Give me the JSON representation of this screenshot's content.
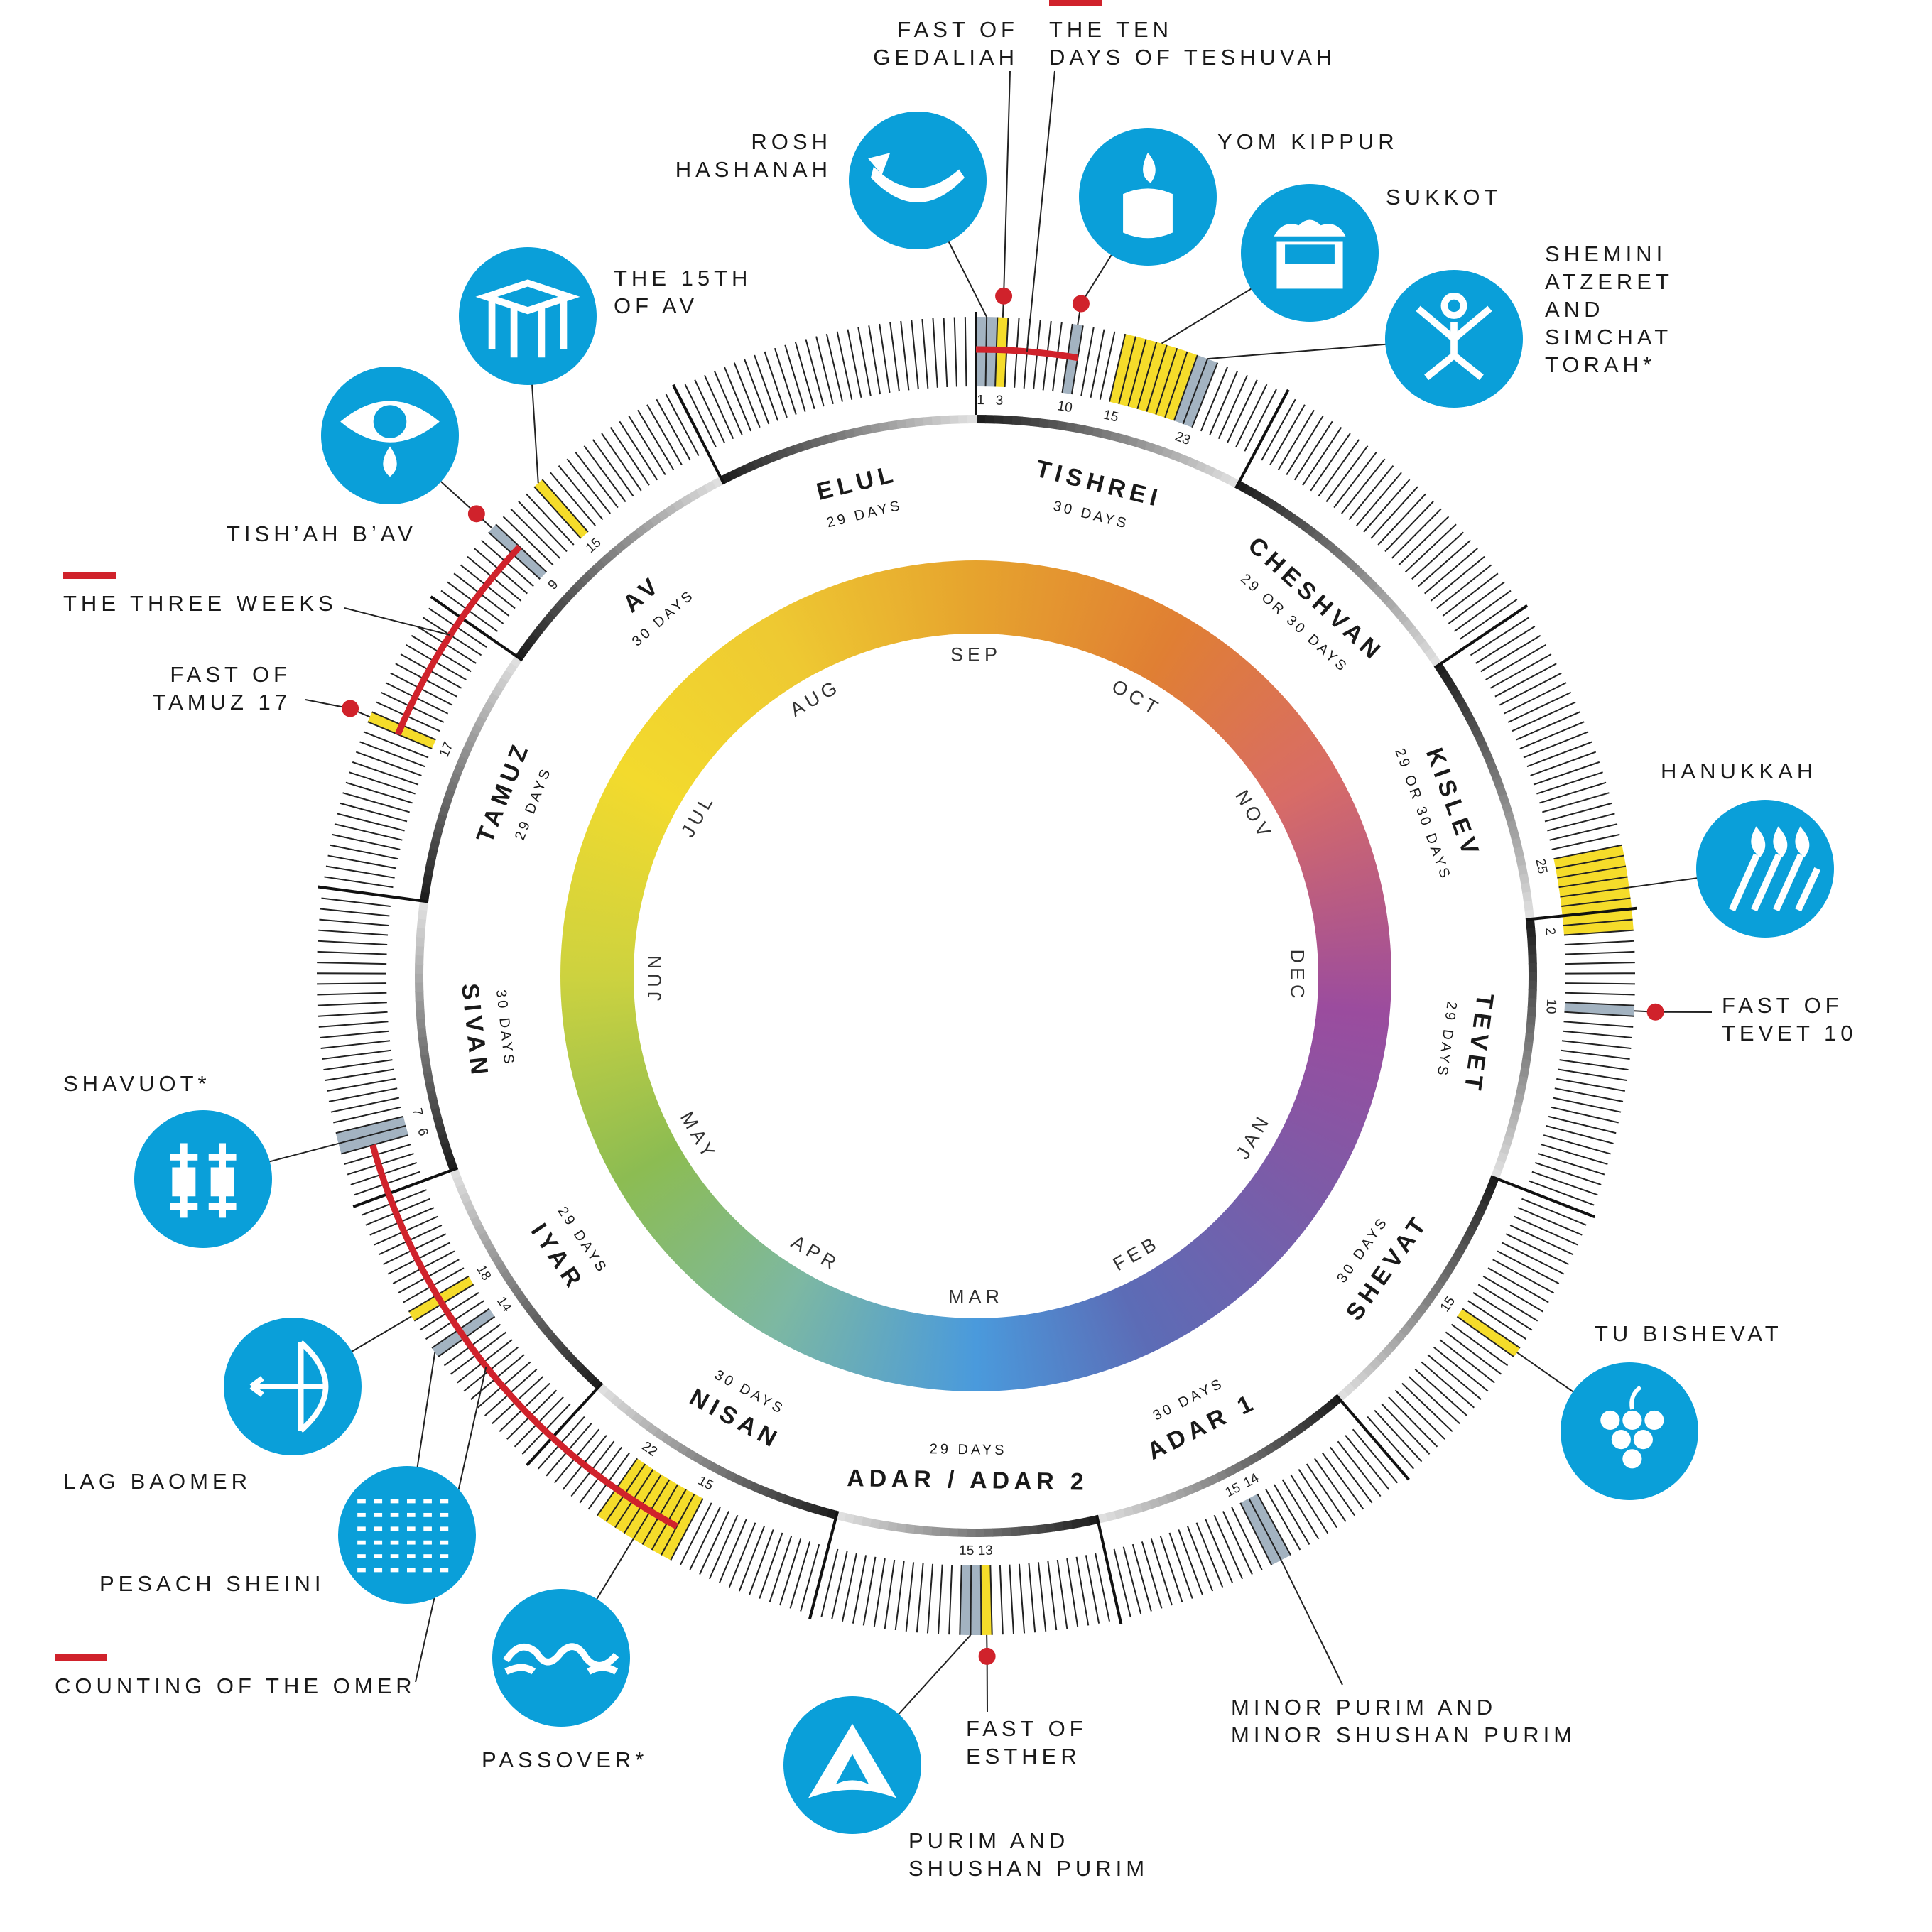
{
  "colors": {
    "yellow": "#f5dc2a",
    "gray": "#a3b3c1",
    "red": "#d0222b",
    "icon_blue": "#0a9fd9"
  },
  "gregorian_months": [
    "SEP",
    "OCT",
    "NOV",
    "DEC",
    "JAN",
    "FEB",
    "MAR",
    "APR",
    "MAY",
    "JUN",
    "JUL",
    "AUG"
  ],
  "months": [
    {
      "name": "TISHREI",
      "days_label": "30 DAYS",
      "days": 30
    },
    {
      "name": "CHESHVAN",
      "days_label": "29 OR 30 DAYS",
      "days": 30
    },
    {
      "name": "KISLEV",
      "days_label": "29 OR 30 DAYS",
      "days": 30
    },
    {
      "name": "TEVET",
      "days_label": "29 DAYS",
      "days": 29
    },
    {
      "name": "SHEVAT",
      "days_label": "30 DAYS",
      "days": 30
    },
    {
      "name": "ADAR 1",
      "days_label": "30 DAYS",
      "days": 30
    },
    {
      "name": "ADAR / ADAR 2",
      "days_label": "29 DAYS",
      "days": 29
    },
    {
      "name": "NISAN",
      "days_label": "30 DAYS",
      "days": 30
    },
    {
      "name": "IYAR",
      "days_label": "29 DAYS",
      "days": 29
    },
    {
      "name": "SIVAN",
      "days_label": "30 DAYS",
      "days": 30
    },
    {
      "name": "TAMUZ",
      "days_label": "29 DAYS",
      "days": 29
    },
    {
      "name": "AV",
      "days_label": "30 DAYS",
      "days": 30
    },
    {
      "name": "ELUL",
      "days_label": "29 DAYS",
      "days": 29
    }
  ],
  "day_labels": [
    {
      "m": 0,
      "d": 1
    },
    {
      "m": 0,
      "d": 3
    },
    {
      "m": 0,
      "d": 10
    },
    {
      "m": 0,
      "d": 15
    },
    {
      "m": 0,
      "d": 23
    },
    {
      "m": 2,
      "d": 25
    },
    {
      "m": 3,
      "d": 2
    },
    {
      "m": 3,
      "d": 10
    },
    {
      "m": 4,
      "d": 15
    },
    {
      "m": 5,
      "d": 14
    },
    {
      "m": 5,
      "d": 15
    },
    {
      "m": 6,
      "d": 13
    },
    {
      "m": 6,
      "d": 15
    },
    {
      "m": 7,
      "d": 15
    },
    {
      "m": 7,
      "d": 22
    },
    {
      "m": 8,
      "d": 14
    },
    {
      "m": 8,
      "d": 18
    },
    {
      "m": 9,
      "d": 6
    },
    {
      "m": 9,
      "d": 7
    },
    {
      "m": 10,
      "d": 17
    },
    {
      "m": 11,
      "d": 9
    },
    {
      "m": 11,
      "d": 15
    }
  ],
  "events": [
    {
      "label": "ROSH\nHASHANAH",
      "icon": "shofar-icon",
      "type": "gray",
      "start": [
        0,
        1
      ],
      "end": [
        0,
        2
      ]
    },
    {
      "label": "FAST OF\nGEDALIAH",
      "type": "yellow",
      "start": [
        0,
        3
      ],
      "end": [
        0,
        3
      ],
      "dot": true
    },
    {
      "label": "THE TEN\nDAYS OF TESHUVAH",
      "type": "period",
      "start": [
        0,
        1
      ],
      "end": [
        0,
        10
      ]
    },
    {
      "label": "YOM KIPPUR",
      "icon": "candle-icon",
      "type": "gray",
      "start": [
        0,
        10
      ],
      "end": [
        0,
        10
      ],
      "dot": true
    },
    {
      "label": "SUKKOT",
      "icon": "sukkah-icon",
      "type": "yellow",
      "start": [
        0,
        15
      ],
      "end": [
        0,
        21
      ]
    },
    {
      "label": "SHEMINI\nATZERET\nAND\nSIMCHAT\nTORAH*",
      "icon": "dancing-person-icon",
      "type": "gray",
      "start": [
        0,
        22
      ],
      "end": [
        0,
        23
      ]
    },
    {
      "label": "HANUKKAH",
      "icon": "menorah-flames-icon",
      "type": "yellow",
      "start": [
        2,
        25
      ],
      "end": [
        3,
        2
      ]
    },
    {
      "label": "FAST OF\nTEVET 10",
      "type": "gray",
      "start": [
        3,
        10
      ],
      "end": [
        3,
        10
      ],
      "dot": true
    },
    {
      "label": "TU BISHEVAT",
      "icon": "grapes-icon",
      "type": "yellow",
      "start": [
        4,
        15
      ],
      "end": [
        4,
        15
      ]
    },
    {
      "label": "MINOR PURIM AND\nMINOR SHUSHAN PURIM",
      "type": "gray",
      "start": [
        5,
        14
      ],
      "end": [
        5,
        15
      ]
    },
    {
      "label": "FAST OF\nESTHER",
      "type": "yellow",
      "start": [
        6,
        13
      ],
      "end": [
        6,
        13
      ],
      "dot": true
    },
    {
      "label": "PURIM AND\nSHUSHAN PURIM",
      "icon": "hamantash-icon",
      "type": "gray",
      "start": [
        6,
        14
      ],
      "end": [
        6,
        15
      ]
    },
    {
      "label": "PASSOVER*",
      "icon": "broken-chain-icon",
      "type": "yellow",
      "start": [
        7,
        15
      ],
      "end": [
        7,
        22
      ]
    },
    {
      "label": "COUNTING OF THE OMER",
      "type": "period",
      "start": [
        7,
        16
      ],
      "end": [
        9,
        5
      ]
    },
    {
      "label": "PESACH SHEINI",
      "icon": "matzah-icon",
      "type": "gray",
      "start": [
        8,
        14
      ],
      "end": [
        8,
        14
      ]
    },
    {
      "label": "LAG BAOMER",
      "icon": "bow-arrow-icon",
      "type": "yellow",
      "start": [
        8,
        18
      ],
      "end": [
        8,
        18
      ]
    },
    {
      "label": "SHAVUOT*",
      "icon": "torah-scrolls-icon",
      "type": "gray",
      "start": [
        9,
        6
      ],
      "end": [
        9,
        7
      ]
    },
    {
      "label": "FAST OF\nTAMUZ 17",
      "type": "yellow",
      "start": [
        10,
        17
      ],
      "end": [
        10,
        17
      ],
      "dot": true
    },
    {
      "label": "THE THREE WEEKS",
      "type": "period",
      "start": [
        10,
        17
      ],
      "end": [
        11,
        9
      ]
    },
    {
      "label": "TISH’AH B’AV",
      "icon": "weeping-eye-icon",
      "type": "gray",
      "start": [
        11,
        9
      ],
      "end": [
        11,
        9
      ],
      "dot": true
    },
    {
      "label": "THE 15TH\nOF AV",
      "icon": "chuppah-icon",
      "type": "yellow",
      "start": [
        11,
        15
      ],
      "end": [
        11,
        15
      ]
    }
  ]
}
